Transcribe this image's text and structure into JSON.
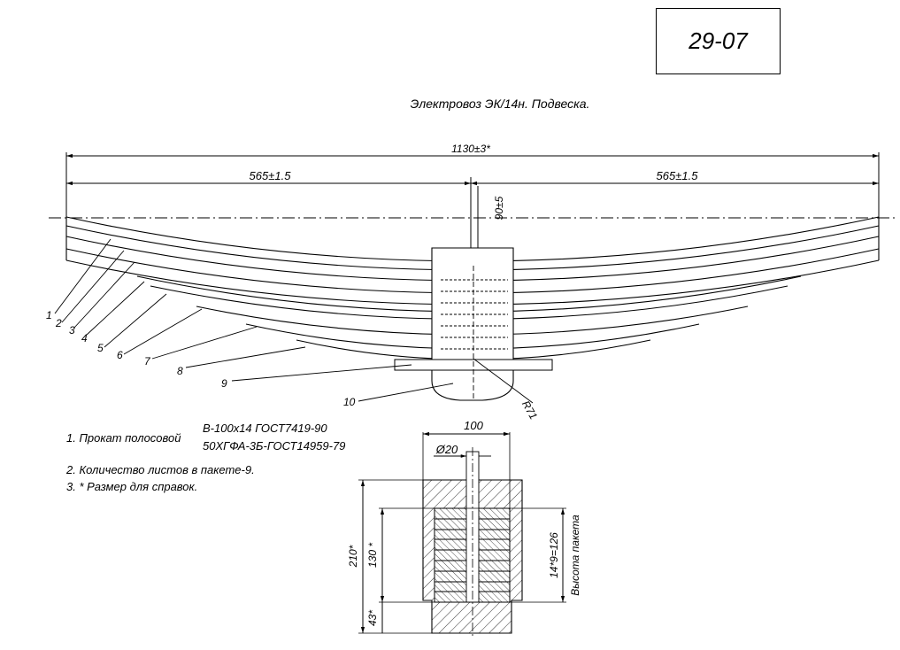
{
  "stamp": {
    "code": "29-07"
  },
  "title": "Электровоз ЭК/14н. Подвеска.",
  "dimensions": {
    "overall_length": "1130±3*",
    "half_left": "565±1.5",
    "half_right": "565±1.5",
    "camber": "90±5",
    "radius": "R71",
    "section_width": "100",
    "bolt_diameter": "Ø20",
    "total_height": "210*",
    "inner_height": "130 *",
    "base_height": "43*",
    "pack_height": "14*9=126",
    "pack_height_caption": "Высота пакета"
  },
  "leaf_labels": [
    "1",
    "2",
    "3",
    "4",
    "5",
    "6",
    "7",
    "8",
    "9",
    "10"
  ],
  "notes": {
    "note1_prefix": "1. Прокат полосовой",
    "note1_line1": "В-100х14 ГОСТ7419-90",
    "note1_line2": "50ХГФА-3Б-ГОСТ14959-79",
    "note2": "2. Количество листов в пакете-9.",
    "note3": "3. * Размер для справок."
  }
}
